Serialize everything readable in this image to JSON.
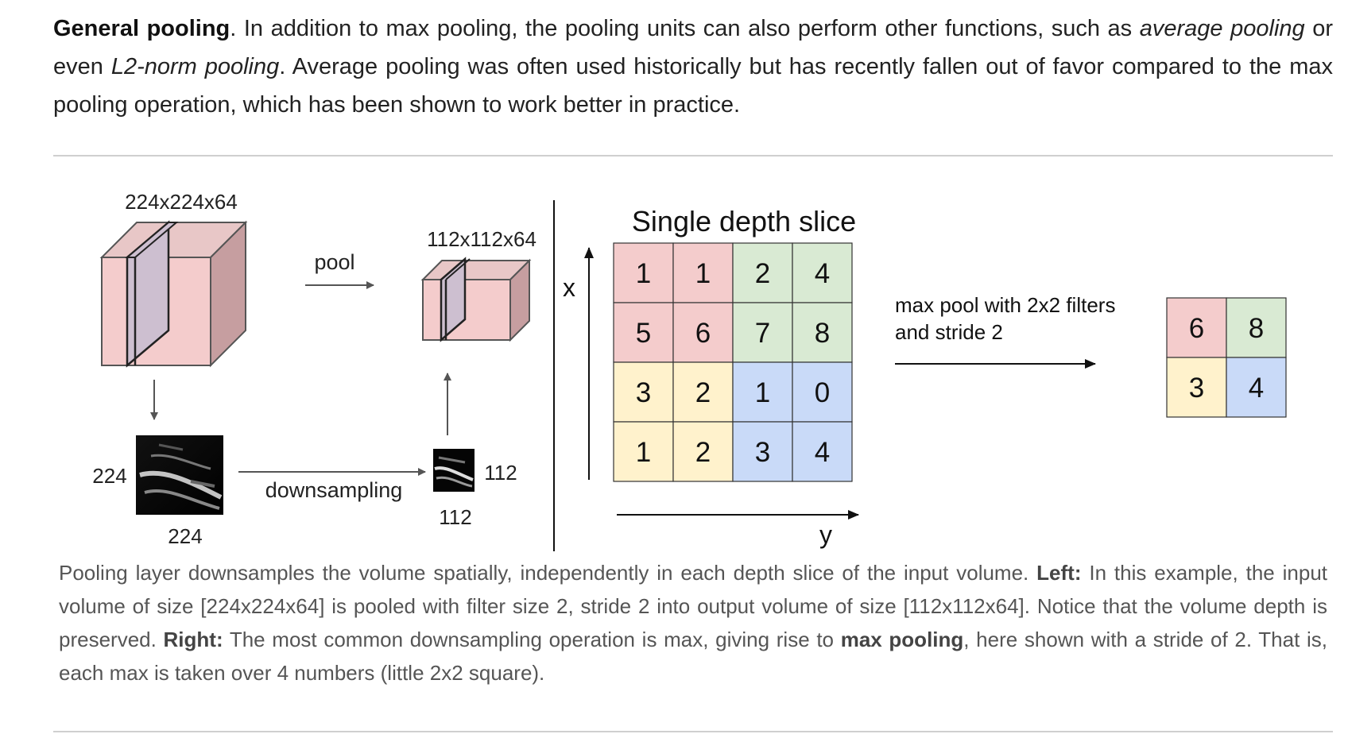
{
  "paragraph": {
    "lead": "General pooling",
    "t1": ". In addition to max pooling, the pooling units can also perform other functions, such as ",
    "em1": "average pooling",
    "t2": " or even ",
    "em2": "L2-norm pooling",
    "t3": ". Average pooling was often used historically but has recently fallen out of favor compared to the max pooling operation, which has been shown to work better in practice."
  },
  "figure": {
    "left": {
      "input_dims": "224x224x64",
      "output_dims": "112x112x64",
      "pool_label": "pool",
      "downsampling_label": "downsampling",
      "input_h": "224",
      "input_w": "224",
      "output_h": "112",
      "output_w": "112"
    },
    "right": {
      "title": "Single depth slice",
      "x_label": "x",
      "y_label": "y",
      "grid": [
        [
          1,
          1,
          2,
          4
        ],
        [
          5,
          6,
          7,
          8
        ],
        [
          3,
          2,
          1,
          0
        ],
        [
          1,
          2,
          3,
          4
        ]
      ],
      "op_line1": "max pool with 2x2 filters",
      "op_line2": "and stride 2",
      "result": [
        [
          6,
          8
        ],
        [
          3,
          4
        ]
      ],
      "colors": {
        "red": "#f4cccc",
        "green": "#d9ead3",
        "yellow": "#fff2cc",
        "blue": "#c9daf8"
      }
    }
  },
  "caption": {
    "t1": "Pooling layer downsamples the volume spatially, independently in each depth slice of the input volume. ",
    "left": "Left:",
    "t2": " In this example, the input volume of size [224x224x64] is pooled with filter size 2, stride 2 into output volume of size [112x112x64]. Notice that the volume depth is preserved. ",
    "right": "Right:",
    "t3": " The most common downsampling operation is max, giving rise to ",
    "maxpool": "max pooling",
    "t4": ", here shown with a stride of 2. That is, each max is taken over 4 numbers (little 2x2 square)."
  }
}
